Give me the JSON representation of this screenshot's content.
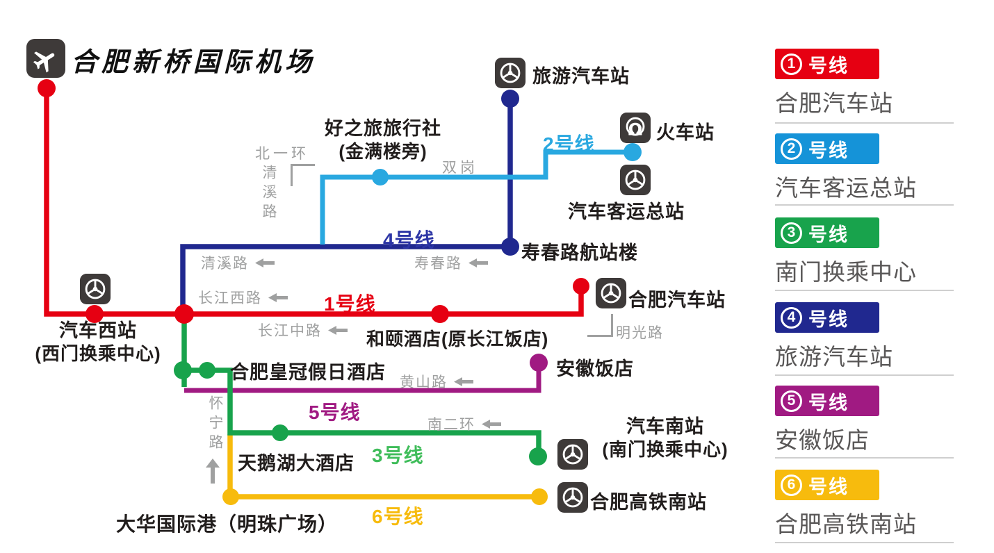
{
  "header": {
    "title": "合肥新桥国际机场"
  },
  "colors": {
    "line1": "#e60012",
    "line2": "#29a8e0",
    "line3": "#18a34c",
    "line4": "#20288f",
    "line5": "#a01a82",
    "line6": "#f7bb0d",
    "road_gray": "#9fa0a0",
    "icon_dark": "#3e3a39",
    "text_black": "#211d1c",
    "legend_text": "#595757",
    "divider": "#cfcfcf"
  },
  "icons": {
    "airport": "airplane",
    "bus_station": "steering-wheel",
    "railway_station": "railway-emblem"
  },
  "map": {
    "line_labels": {
      "l1": "1号线",
      "l2": "2号线",
      "l3": "3号线",
      "l4": "4号线",
      "l5": "5号线",
      "l6": "6号线"
    },
    "stations": {
      "lvyou": "旅游汽车站",
      "huoche": "火车站",
      "keyun": "汽车客运总站",
      "haozhilv": "好之旅旅行社",
      "haozhilv_sub": "(金满楼旁)",
      "shouchun": "寿春路航站楼",
      "hefeiqiche": "合肥汽车站",
      "heyi": "和颐酒店(原长江饭店)",
      "anhui": "安徽饭店",
      "xizhan": "汽车西站",
      "xizhan_sub": "(西门换乘中心)",
      "huangguan": "合肥皇冠假日酒店",
      "tianehu": "天鹅湖大酒店",
      "nanzhan": "汽车南站",
      "nanzhan_sub": "(南门换乘中心)",
      "gaotie": "合肥高铁南站",
      "dahua": "大华国际港（明珠广场）"
    },
    "roads": {
      "beiyihuan": "北一环",
      "qingxilu": "清溪路",
      "shuanggang": "双岗",
      "shouchunlu": "寿春路",
      "changjiangxilu": "长江西路",
      "changjiangzhonglu": "长江中路",
      "mingguanglu": "明光路",
      "huangshanlu": "黄山路",
      "nanerhuan": "南二环",
      "huaininglu": "怀宁路"
    }
  },
  "legend": {
    "items": [
      {
        "number": "1",
        "suffix": "号线",
        "terminal": "合肥汽车站",
        "color": "#e60012"
      },
      {
        "number": "2",
        "suffix": "号线",
        "terminal": "汽车客运总站",
        "color": "#1593d8"
      },
      {
        "number": "3",
        "suffix": "号线",
        "terminal": "南门换乘中心",
        "color": "#18a34c"
      },
      {
        "number": "4",
        "suffix": "号线",
        "terminal": "旅游汽车站",
        "color": "#20288f"
      },
      {
        "number": "5",
        "suffix": "号线",
        "terminal": "安徽饭店",
        "color": "#a01a82"
      },
      {
        "number": "6",
        "suffix": "号线",
        "terminal": "合肥高铁南站",
        "color": "#f7bb0d"
      }
    ]
  }
}
